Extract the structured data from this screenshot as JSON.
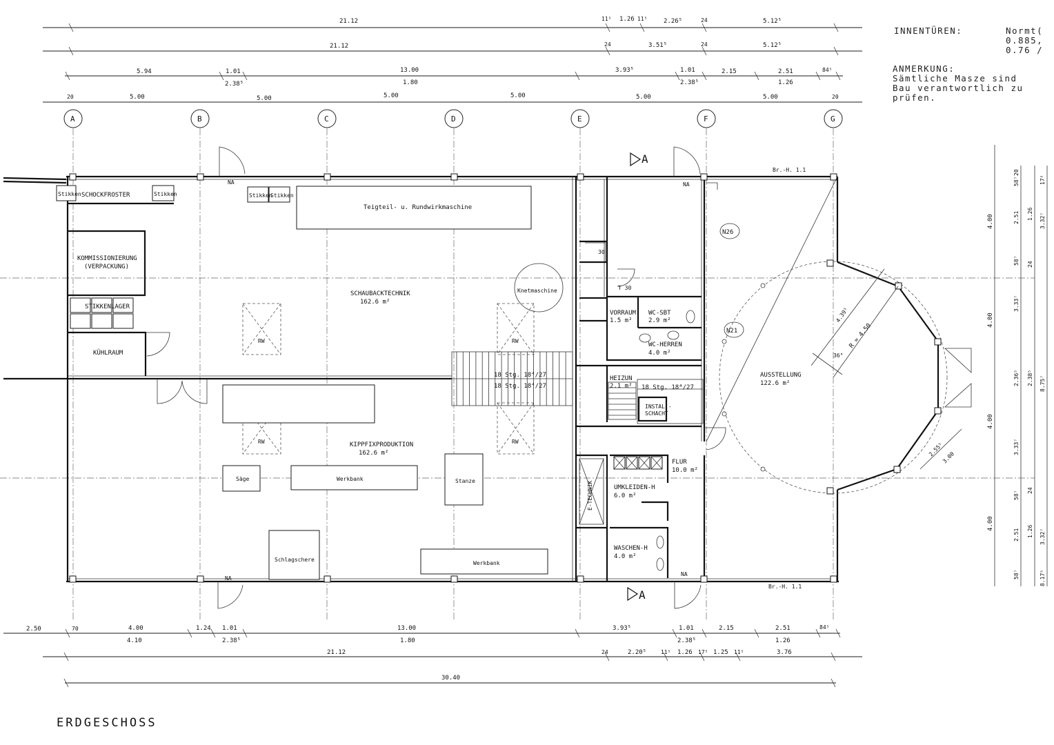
{
  "drawing": {
    "title": "ERDGESCHOSS",
    "notes": {
      "innentueren_label": "INNENTÜREN:",
      "innentueren_values": [
        "Normt(",
        "0.885,",
        "0.76 /"
      ],
      "anmerkung_label": "ANMERKUNG:",
      "anmerkung_lines": [
        "Sämtliche Masze sind",
        "Bau verantwortlich zu",
        "prüfen."
      ]
    },
    "axes": [
      "A",
      "B",
      "C",
      "D",
      "E",
      "F",
      "G"
    ],
    "section_marks": [
      "A",
      "A"
    ],
    "top_dims": {
      "row1": [
        "21.12",
        "11⁵",
        "1.26",
        "11⁵",
        "2.26⁵",
        "24",
        "5.12⁵"
      ],
      "row2": [
        "21.12",
        "24",
        "3.51⁵",
        "24",
        "5.12⁵"
      ],
      "row3_top": [
        "5.94",
        "1.01",
        "13.00",
        "3.93⁵",
        "1.01",
        "2.15",
        "2.51",
        "84⁵"
      ],
      "row3_bottom": [
        "2.38⁵",
        "1.80",
        "2.38⁵",
        "1.26"
      ],
      "axis_spacing": [
        "20",
        "5.00",
        "5.00",
        "5.00",
        "5.00",
        "5.00",
        "5.00",
        "20"
      ]
    },
    "bottom_dims": {
      "row1_top": [
        "2.50",
        "70",
        "4.00",
        "1.24",
        "1.01",
        "13.00",
        "3.93⁵",
        "1.01",
        "2.15",
        "2.51",
        "84⁵"
      ],
      "row1_bottom": [
        "4.10",
        "2.38⁵",
        "1.80",
        "2.38⁵",
        "1.26"
      ],
      "row2": [
        "21.12",
        "24",
        "2.20⁵",
        "11⁵",
        "1.26",
        "17⁵",
        "1.25",
        "11⁵",
        "3.76"
      ],
      "total": "30.40"
    },
    "right_dims": {
      "col1": [
        "4.00",
        "4.00",
        "4.00",
        "4.00"
      ],
      "col2": [
        "20",
        "58⁷",
        "2.51",
        "58⁷",
        "3.33⁷",
        "2.36⁵",
        "3.33⁷",
        "58⁷",
        "2.51",
        "58⁷"
      ],
      "col3": [
        "1.26",
        "24",
        "2.38⁵",
        "24",
        "1.26"
      ],
      "col4": [
        "17⁵",
        "3.32⁷",
        "8.75⁷",
        "3.32⁷",
        "8.17⁵"
      ]
    },
    "rooms": {
      "schaubacktechnik": "SCHAUBACKTECHNIK",
      "schaubacktechnik_area": "162.6 m²",
      "kippfix": "KIPPFIXPRODUKTION",
      "kippfix_area": "162.6 m²",
      "schockfroster": "SCHOCKFROSTER",
      "kommissionierung": "KOMMISSIONIERUNG",
      "verpackung": "(VERPACKUNG)",
      "stikkenlager": "STIKKENLAGER",
      "kuehlraum": "KÜHLRAUM",
      "vorraum": "VORRAUM",
      "vorraum_area": "1.5 m²",
      "wc_sbt": "WC-SBT",
      "wc_sbt_area": "2.9 m²",
      "wc_herren": "WC-HERREN",
      "wc_herren_area": "4.0 m²",
      "heizung": "HEIZUN",
      "heizung_area": "2.1 m²",
      "instal": "INSTAL.-",
      "schacht": "SCHACHT",
      "flur": "FLUR",
      "flur_area": "10.0 m²",
      "umkleiden": "UMKLEIDEN-H",
      "umkleiden_area": "6.0 m²",
      "waschen": "WASCHEN-H",
      "waschen_area": "4.0 m²",
      "e_technik": "E-TECHNIK",
      "ausstellung": "AUSSTELLUNG",
      "ausstellung_area": "122.6 m²"
    },
    "equipment": {
      "teigteil": "Teigteil- u. Rundwirkmaschine",
      "knetmaschine": "Knetmaschine",
      "saege": "Säge",
      "werkbank1": "Werkbank",
      "werkbank2": "Werkbank",
      "stanze": "Stanze",
      "schlagschere": "Schlagschere",
      "stikken": "Stikken",
      "rw": "RW"
    },
    "stairs": {
      "main_upper": "18 Stg. 18⁴/27",
      "main_lower": "18 Stg. 18⁴/27",
      "small": "18 Stg. 18⁴/27"
    },
    "marks": {
      "na": "NA",
      "n26": "N26",
      "n21": "N21",
      "br_h": "Br.-H. 1.1",
      "radius": "R = 4.50",
      "angle": "36°",
      "arc1": "4.39⁵",
      "arc2": "2.55⁵",
      "arc3": "3.00",
      "t30": "T 30",
      "t30b": "30"
    }
  }
}
